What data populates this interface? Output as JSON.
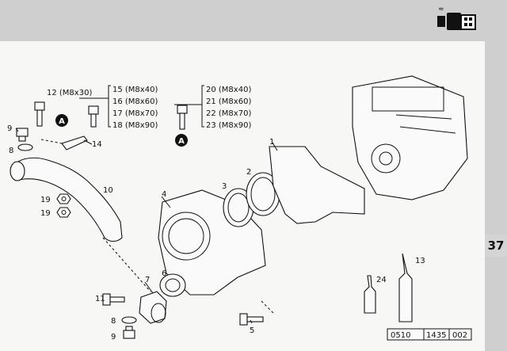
{
  "page": {
    "number": "37",
    "engine_icon": "engine-cooling-icon"
  },
  "reference_code": [
    "0510",
    "1435",
    "002"
  ],
  "markers": {
    "a": "A"
  },
  "callouts": {
    "c1": "1",
    "c2": "2",
    "c3": "3",
    "c4": "4",
    "c5": "5",
    "c6": "6",
    "c7": "7",
    "c8a": "8",
    "c8b": "8",
    "c9a": "9",
    "c9b": "9",
    "c10": "10",
    "c11": "11",
    "c12": "12 (M8x30)",
    "c13": "13",
    "c14": "14",
    "c15": "15 (M8x40)",
    "c16": "16 (M8x60)",
    "c17": "17 (M8x70)",
    "c18": "18 (M8x90)",
    "c19a": "19",
    "c19b": "19",
    "c20": "20 (M8x40)",
    "c21": "21 (M8x60)",
    "c22": "22 (M8x70)",
    "c23": "23 (M8x90)",
    "c24": "24"
  }
}
